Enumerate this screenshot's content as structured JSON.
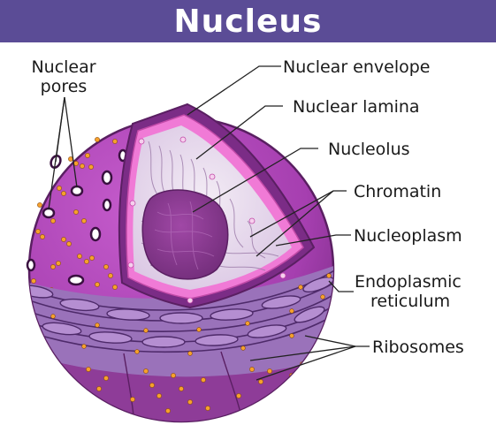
{
  "title": "Nucleus",
  "labels": {
    "nuclear_pores_line1": "Nuclear",
    "nuclear_pores_line2": "pores",
    "nuclear_envelope": "Nuclear envelope",
    "nuclear_lamina": "Nuclear lamina",
    "nucleolus": "Nucleolus",
    "chromatin": "Chromatin",
    "nucleoplasm": "Nucleoplasm",
    "er_line1": "Endoplasmic",
    "er_line2": "reticulum",
    "ribosomes": "Ribosomes"
  },
  "colors": {
    "title_bar": "#5b4c96",
    "nucleus_surface": "#a63fb0",
    "nucleus_dark": "#7b2c86",
    "lamina_pink": "#f07ad6",
    "nucleoplasm": "#e4d6ec",
    "nucleolus": "#8e3c93",
    "er": "#8e62b0",
    "ribosome": "#f6a12c"
  }
}
